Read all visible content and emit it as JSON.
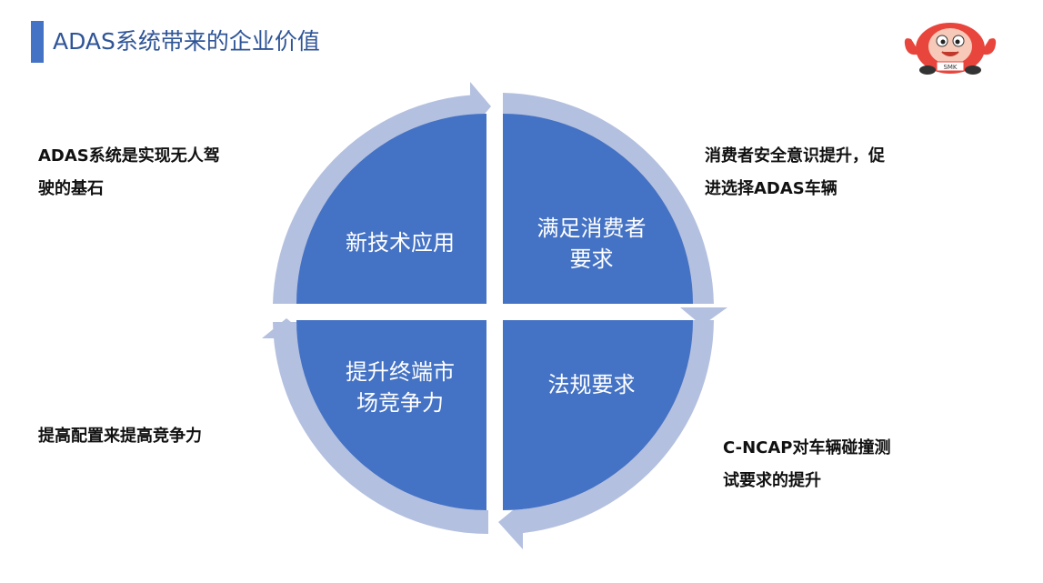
{
  "header": {
    "title": "ADAS系统带来的企业价值",
    "accent_color": "#4472c4"
  },
  "logo": {
    "icon": "mascot-logo-icon",
    "text": "SMK"
  },
  "diagram": {
    "quadrant_color": "#4472c4",
    "arrow_color": "#b4c0df",
    "quadrants": {
      "top_left": "新技术应用",
      "top_right_line1": "满足消费者",
      "top_right_line2": "要求",
      "bottom_right": "法规要求",
      "bottom_left_line1": "提升终端市",
      "bottom_left_line2": "场竞争力"
    }
  },
  "notes": {
    "top_left_line1": "ADAS系统是实现无人驾",
    "top_left_line2": "驶的基石",
    "top_right_line1": "消费者安全意识提升，促",
    "top_right_line2": "进选择ADAS车辆",
    "bottom_left": "提高配置来提高竞争力",
    "bottom_right_line1": "C-NCAP对车辆碰撞测",
    "bottom_right_line2": "试要求的提升"
  }
}
